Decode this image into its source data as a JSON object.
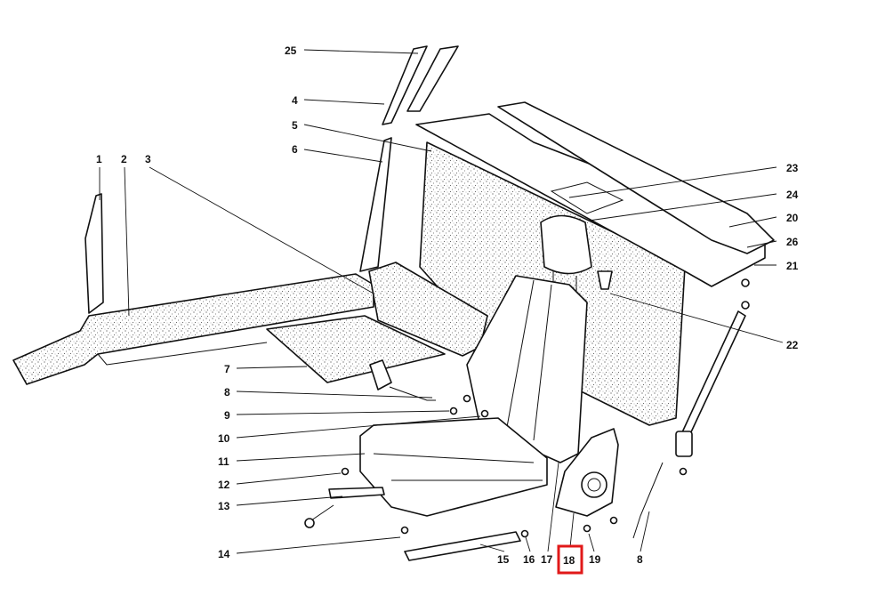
{
  "diagram": {
    "labels": [
      "25",
      "4",
      "5",
      "6",
      "1",
      "2",
      "3",
      "23",
      "24",
      "20",
      "26",
      "21",
      "22",
      "7",
      "8",
      "9",
      "10",
      "11",
      "12",
      "13",
      "14",
      "15",
      "16",
      "17",
      "18",
      "19",
      "8"
    ],
    "highlighted_label": "18",
    "highlight_color": "#e11919"
  }
}
